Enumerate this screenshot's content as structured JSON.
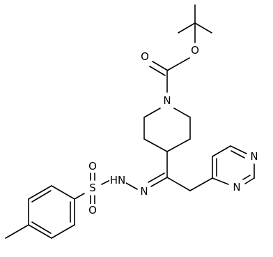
{
  "colors": {
    "background": "#ffffff",
    "ink": "#000000"
  },
  "atoms": {
    "carbonyl_o": "O",
    "ester_o": "O",
    "piperidine_n": "N",
    "pyrimidine_n3": "N",
    "pyrimidine_n1": "N",
    "hydrazone_nh": "HN",
    "hydrazone_n": "N",
    "sulfonyl_s": "S",
    "sulfonyl_o_top": "O",
    "sulfonyl_o_bottom": "O"
  }
}
